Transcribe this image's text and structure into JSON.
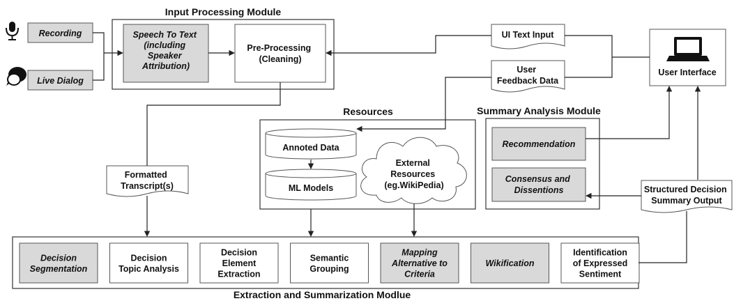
{
  "titles": {
    "input_module": "Input Processing Module",
    "resources": "Resources",
    "summary_module": "Summary Analysis Module",
    "extraction_module": "Extraction and Summarization Modlue"
  },
  "inputs": {
    "recording": "Recording",
    "live_dialog": "Live Dialog"
  },
  "input_processing": {
    "speech_to_text": [
      "Speech To Text",
      "(including",
      "Speaker",
      "Attribution)"
    ],
    "pre_processing": [
      "Pre-Processing",
      "(Cleaning)"
    ]
  },
  "documents": {
    "ui_text_input": [
      "UI Text Input"
    ],
    "user_feedback": [
      "User",
      "Feedback Data"
    ],
    "formatted_transcript": [
      "Formatted",
      "Transcript(s)"
    ],
    "structured_summary": [
      "Structured Decision",
      "Summary Output"
    ]
  },
  "user_interface": "User Interface",
  "resources": {
    "annotated_data": "Annoted Data",
    "ml_models": "ML Models",
    "external": [
      "External",
      "Resources",
      "(eg.WikiPedia)"
    ]
  },
  "summary_analysis": {
    "recommendation": [
      "Recommendation"
    ],
    "consensus": [
      "Consensus and",
      "Dissentions"
    ]
  },
  "extraction_steps": [
    {
      "lines": [
        "Decision",
        "Segmentation"
      ],
      "shaded": true
    },
    {
      "lines": [
        "Decision",
        "Topic Analysis"
      ],
      "shaded": false
    },
    {
      "lines": [
        "Decision",
        "Element",
        "Extraction"
      ],
      "shaded": false
    },
    {
      "lines": [
        "Semantic",
        "Grouping"
      ],
      "shaded": false
    },
    {
      "lines": [
        "Mapping",
        "Alternative to",
        "Criteria"
      ],
      "shaded": true
    },
    {
      "lines": [
        "Wikification"
      ],
      "shaded": true
    },
    {
      "lines": [
        "Identification",
        "of Expressed",
        "Sentiment"
      ],
      "shaded": false
    }
  ],
  "colors": {
    "shaded_fill": "#d9d9d9",
    "line": "#222222"
  },
  "icons": {
    "recording": "microphone-icon",
    "live_dialog": "speech-bubbles-icon",
    "user_interface": "laptop-icon"
  }
}
